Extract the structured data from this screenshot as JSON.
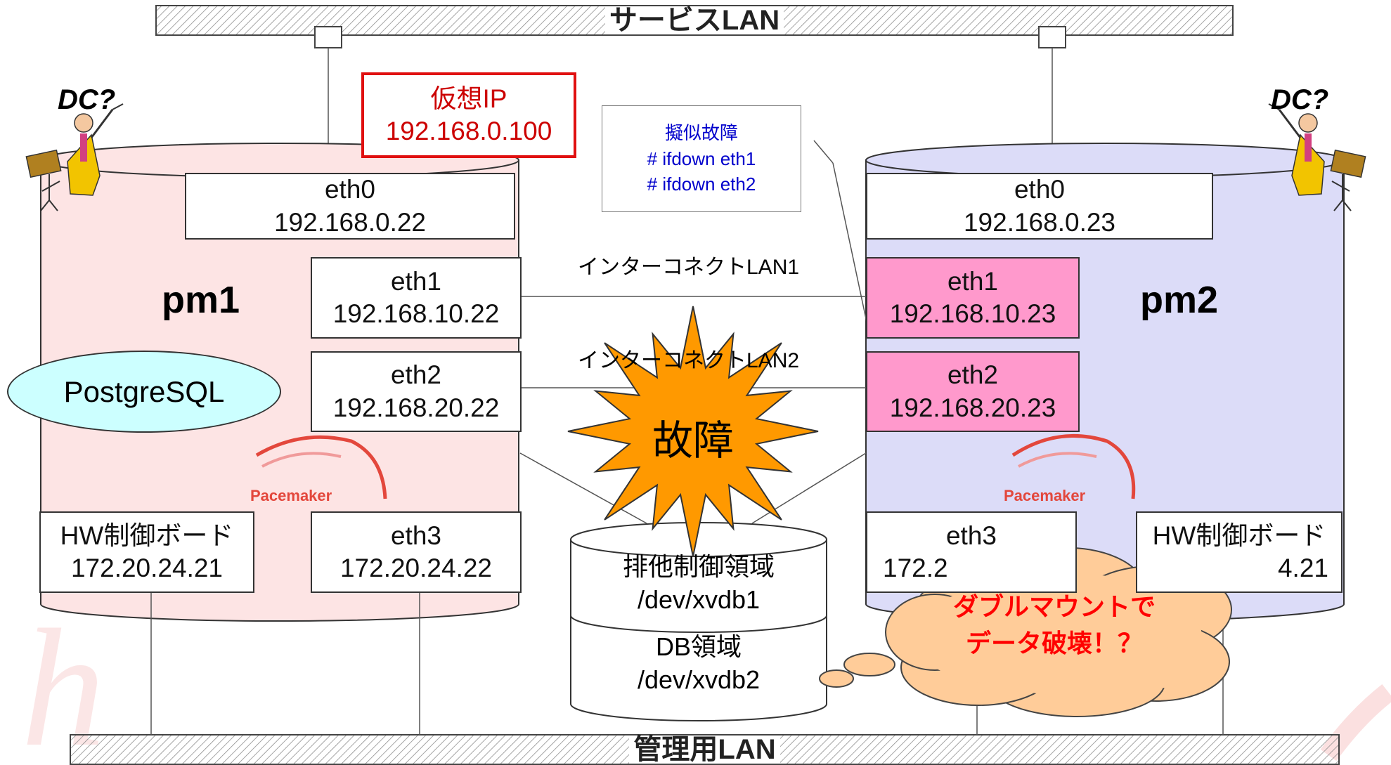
{
  "colors": {
    "node1_fill": "#fde4e4",
    "node2_fill": "#dcdcf8",
    "interface_fault_fill": "#ff99cc",
    "vip_border": "#e01010",
    "vip_text": "#cc0000",
    "fault_note_text": "#0000cc",
    "starburst_fill": "#ff9900",
    "cloud_fill": "#ffcc99",
    "cloud_text": "#ff0000",
    "db_ellipse_fill": "#ccffff"
  },
  "lan": {
    "service_label": "サービスLAN",
    "management_label": "管理用LAN"
  },
  "interconnect": {
    "lan1_label": "インターコネクトLAN1",
    "lan2_label": "インターコネクトLAN2"
  },
  "vip": {
    "line1": "仮想IP",
    "line2": "192.168.0.100"
  },
  "fault_note": {
    "line1": "擬似故障",
    "line2": "# ifdown eth1",
    "line3": "# ifdown eth2"
  },
  "node1": {
    "name": "pm1",
    "dc_label": "DC?",
    "service_badge": "PostgreSQL",
    "logo_text": "Pacemaker",
    "eth0": {
      "name": "eth0",
      "ip": "192.168.0.22"
    },
    "eth1": {
      "name": "eth1",
      "ip": "192.168.10.22"
    },
    "eth2": {
      "name": "eth2",
      "ip": "192.168.20.22"
    },
    "eth3": {
      "name": "eth3",
      "ip": "172.20.24.22"
    },
    "hw_board": {
      "name": "HW制御ボード",
      "ip": "172.20.24.21"
    }
  },
  "node2": {
    "name": "pm2",
    "dc_label": "DC?",
    "logo_text": "Pacemaker",
    "eth0": {
      "name": "eth0",
      "ip": "192.168.0.23"
    },
    "eth1": {
      "name": "eth1",
      "ip": "192.168.10.23"
    },
    "eth2": {
      "name": "eth2",
      "ip": "192.168.20.23"
    },
    "eth3": {
      "name": "eth3",
      "ip": "172.2"
    },
    "hw_board": {
      "name": "HW制御ボード",
      "ip": "4.21"
    }
  },
  "fault_burst": {
    "label": "故障"
  },
  "shared_disk": {
    "upper_line1": "排他制御領域",
    "upper_line2": "/dev/xvdb1",
    "lower_line1": "DB領域",
    "lower_line2": "/dev/xvdb2"
  },
  "warning_cloud": {
    "line1": "ダブルマウントで",
    "line2": "データ破壊！？"
  }
}
